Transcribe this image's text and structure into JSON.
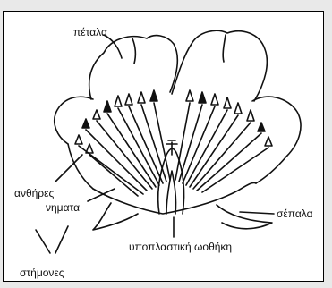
{
  "labels": {
    "petals": "πέταλα",
    "anthers": "ανθήρες",
    "filaments": "νηματα",
    "sepals": "σέπαλα",
    "receptacle": "υποπλαστική ωοθήκη",
    "stamens": "στήμονες"
  },
  "colors": {
    "line": "#111111",
    "background": "#ffffff",
    "outer": "#e9e9e9"
  }
}
